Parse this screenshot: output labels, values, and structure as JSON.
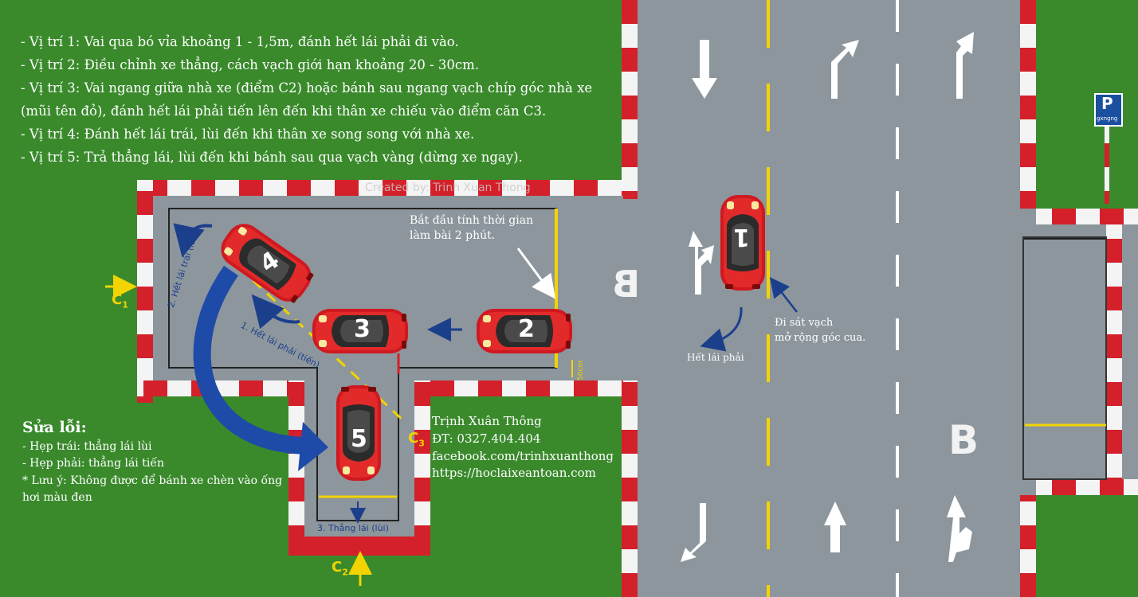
{
  "instructions": [
    "- Vị trí 1: Vai qua bó vỉa khoảng 1 - 1,5m, đánh hết lái phải đi vào.",
    "- Vị trí 2: Điều chỉnh xe thẳng, cách vạch giới hạn khoảng 20 - 30cm.",
    "- Vị trí 3: Vai ngang giữa nhà xe (điểm C2) hoặc bánh sau ngang vạch chíp góc nhà xe",
    "(mũi tên đỏ), đánh hết lái phải tiến lên đến khi thân xe chiếu vào điểm căn C3.",
    "- Vị trí 4: Đánh hết lái trái, lùi đến khi thân xe song song với nhà xe.",
    "- Vị trí 5: Trả thẳng lái, lùi đến khi bánh sau qua vạch vàng (dừng xe ngay)."
  ],
  "watermark": "Created by: Trinh Xuan Thong",
  "start_note": [
    "Bắt đầu tính thời gian",
    "làm bài 2 phút."
  ],
  "side_note": [
    "Đi sát vạch",
    "mở rộng góc cua."
  ],
  "turn_right_note": "Hết lái phải",
  "arc_labels": {
    "left_turn": "2. Hết lái trái (lùi)",
    "right_turn": "1. Hết lái phải (tiến)",
    "straight": "3. Thẳng lái (lùi)"
  },
  "distance_label": "50cm",
  "points": {
    "c1": "C",
    "c1_sub": "1",
    "c2": "C",
    "c2_sub": "2",
    "c3": "C",
    "c3_sub": "3"
  },
  "letter_b": "B",
  "car_numbers": [
    "1",
    "2",
    "3",
    "4",
    "5"
  ],
  "fix_title": "Sửa lỗi:",
  "fix_items": [
    "- Hẹp trái: thẳng lái lùi",
    "- Hẹp phải: thẳng lái tiến",
    "* Lưu ý: Không được để bánh xe chèn vào ống",
    "hơi màu đen"
  ],
  "contact": [
    "Trịnh Xuân Thông",
    "ĐT: 0327.404.404",
    "facebook.com/trinhxuanthong",
    "https://hoclaixeantoan.com"
  ],
  "parking_sign": {
    "letter": "P",
    "caption": "gxngng"
  },
  "colors": {
    "grass": "#3a8a2c",
    "road": "#8c969c",
    "curb_red": "#d4202a",
    "yellow": "#f3d400",
    "arrow_navy": "#1c3f8c",
    "car_red": "#d01820"
  }
}
